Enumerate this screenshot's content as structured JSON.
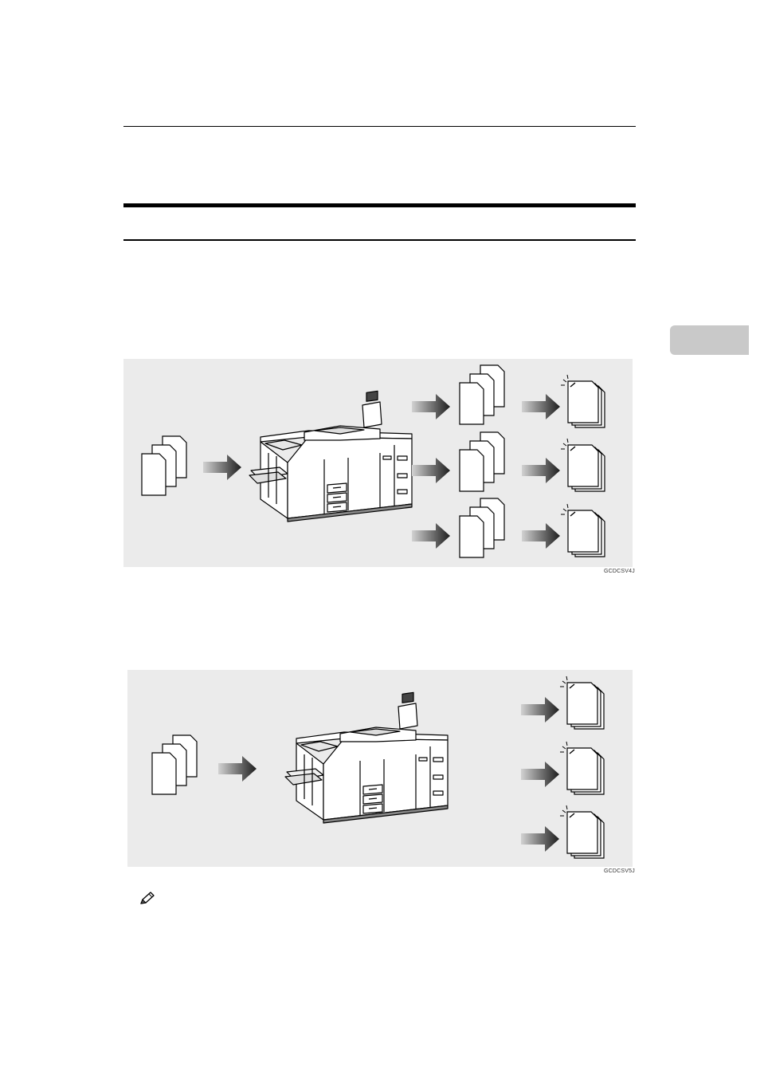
{
  "figures": [
    {
      "code": "GCDCSV4J"
    },
    {
      "code": "GCDCSV5J"
    }
  ],
  "icons": {
    "chapter_tab": "chapter-tab",
    "note": "pencil-icon"
  }
}
